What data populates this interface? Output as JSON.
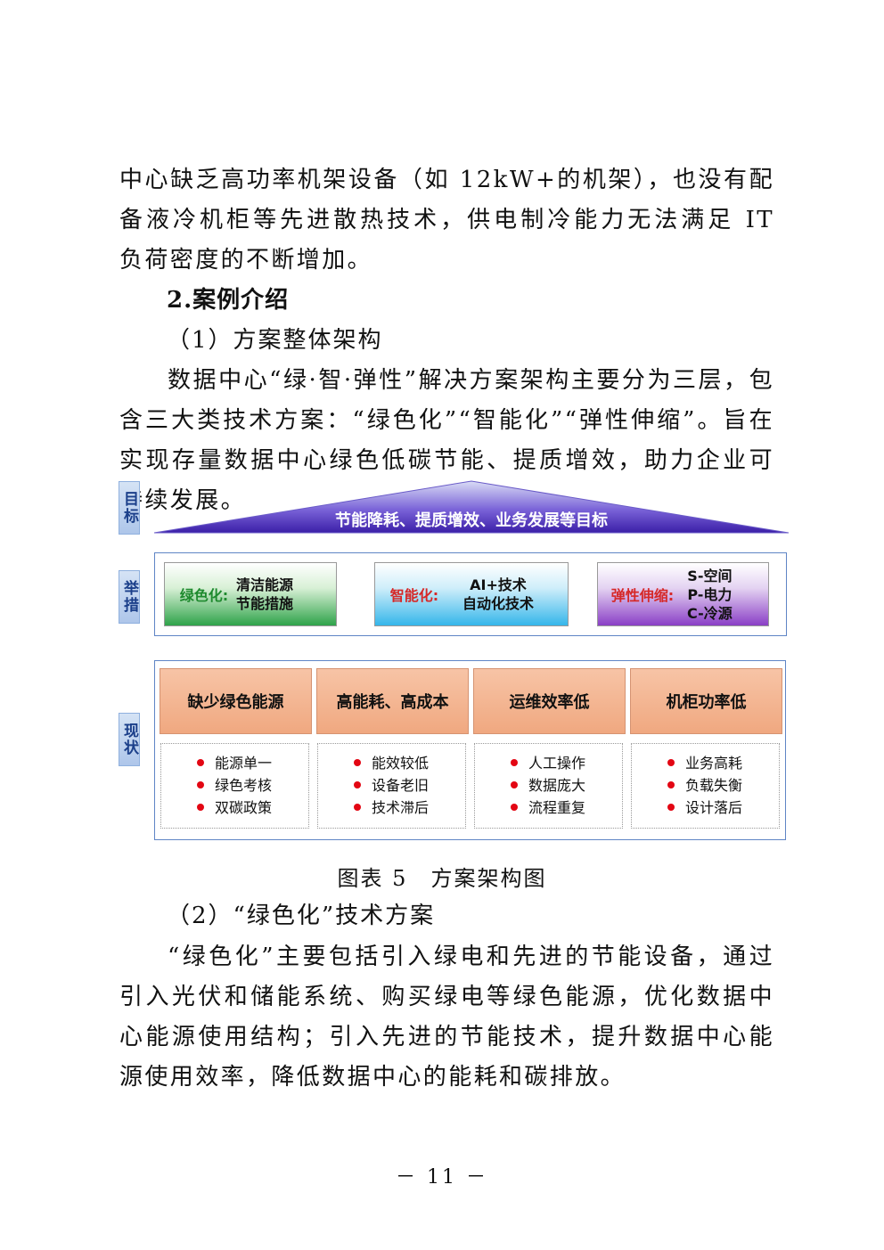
{
  "paragraphs": {
    "p1": "中心缺乏高功率机架设备（如 12kW+的机架），也没有配备液冷机柜等先进散热技术，供电制冷能力无法满足 IT 负荷密度的不断增加。",
    "section_title": "2.案例介绍",
    "sub1": "（1）方案整体架构",
    "p2": "数据中心“绿·智·弹性”解决方案架构主要分为三层，包含三大类技术方案：“绿色化”“智能化”“弹性伸缩”。旨在实现存量数据中心绿色低碳节能、提质增效，助力企业可持续发展。",
    "caption": "图表 5　方案架构图",
    "sub2": "（2）“绿色化”技术方案",
    "p3": "“绿色化”主要包括引入绿电和先进的节能设备，通过引入光伏和储能系统、购买绿电等绿色能源，优化数据中心能源使用结构；引入先进的节能技术，提升数据中心能源使用效率，降低数据中心的能耗和碳排放。"
  },
  "diagram": {
    "labels": {
      "goal": "目标",
      "measures": "举措",
      "status": "现状"
    },
    "goal_text": "节能降耗、提质增效、业务发展等目标",
    "measures": [
      {
        "key": "绿色化:",
        "items": [
          "清洁能源",
          "节能措施"
        ],
        "color": "#1e8a2e"
      },
      {
        "key": "智能化:",
        "items": [
          "AI+技术",
          "自动化技术"
        ],
        "color": "#d62828"
      },
      {
        "key": "弹性伸缩:",
        "items": [
          "S-空间",
          "P-电力",
          "C-冷源"
        ],
        "color": "#d62828"
      }
    ],
    "status": [
      {
        "title": "缺少绿色能源",
        "items": [
          "能源单一",
          "绿色考核",
          "双碳政策"
        ]
      },
      {
        "title": "高能耗、高成本",
        "items": [
          "能效较低",
          "设备老旧",
          "技术滞后"
        ]
      },
      {
        "title": "运维效率低",
        "items": [
          "人工操作",
          "数据庞大",
          "流程重复"
        ]
      },
      {
        "title": "机柜功率低",
        "items": [
          "业务高耗",
          "负载失衡",
          "设计落后"
        ]
      }
    ]
  },
  "page_number": "－ 11 －"
}
